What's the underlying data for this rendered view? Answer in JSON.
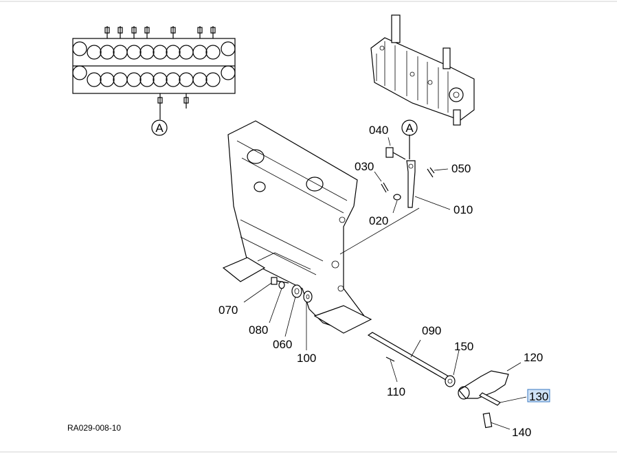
{
  "diagram": {
    "reference_code": "RA029-008-10",
    "view_marker": "A",
    "selected_part": "130",
    "parts": [
      {
        "id": "010"
      },
      {
        "id": "020"
      },
      {
        "id": "030"
      },
      {
        "id": "040"
      },
      {
        "id": "050"
      },
      {
        "id": "060"
      },
      {
        "id": "070"
      },
      {
        "id": "080"
      },
      {
        "id": "090"
      },
      {
        "id": "100"
      },
      {
        "id": "110"
      },
      {
        "id": "120"
      },
      {
        "id": "130"
      },
      {
        "id": "140"
      },
      {
        "id": "150"
      }
    ]
  }
}
